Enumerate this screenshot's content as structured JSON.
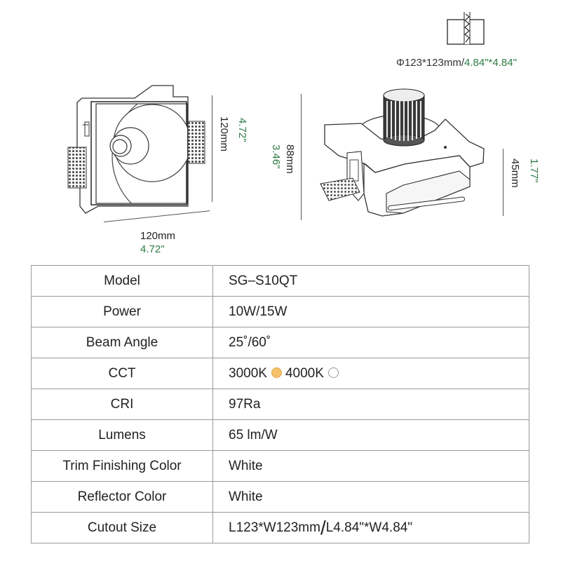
{
  "cutout": {
    "prefix": "Φ123*123mm/",
    "imperial": "4.84\"*4.84\""
  },
  "front_view": {
    "height_mm": "120mm",
    "height_in": "4.72\"",
    "width_mm": "120mm",
    "width_in": "4.72\""
  },
  "iso_view": {
    "total_height_mm": "88mm",
    "total_height_in": "3.46\"",
    "body_height_mm": "45mm",
    "body_height_in": "1.77\""
  },
  "specs": [
    {
      "label": "Model",
      "value": "SG–S10QT"
    },
    {
      "label": "Power",
      "value": "10W/15W"
    },
    {
      "label": "Beam Angle",
      "value": "25˚/60˚"
    },
    {
      "label": "CCT",
      "cct": [
        {
          "text": "3000K",
          "color": "#f4c36a"
        },
        {
          "text": "4000K",
          "color": "#ffffff"
        }
      ]
    },
    {
      "label": "CRI",
      "value": "97Ra"
    },
    {
      "label": "Lumens",
      "value": "65 lm/W"
    },
    {
      "label": "Trim Finishing Color",
      "value": "White"
    },
    {
      "label": "Reflector Color",
      "value": "White"
    },
    {
      "label": "Cutout Size",
      "cutout": {
        "a": "L123*W123mm",
        "b": "L4.84\"*W4.84\""
      }
    }
  ]
}
